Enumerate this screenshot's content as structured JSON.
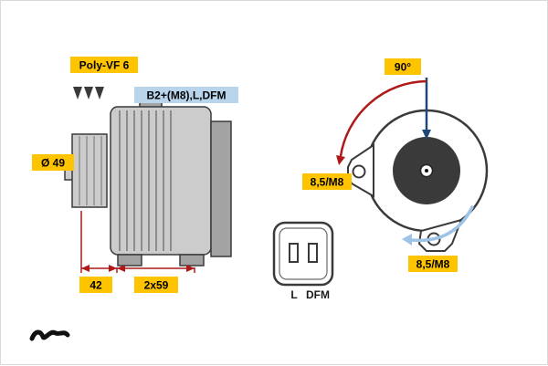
{
  "colors": {
    "label_yellow": "#FFC400",
    "label_blue": "#B9D5EC",
    "dim_red": "#AE1A1A",
    "axis_blue": "#1F4878",
    "rotation_blue": "#9DC3E6"
  },
  "labels": {
    "belt_type": "Poly-VF 6",
    "terminal_spec": "B2+(M8),L,DFM",
    "pulley_diameter": "Ø 49",
    "dim_pulley_width": "42",
    "dim_body": "2x59",
    "mounting_angle": "90°",
    "mount_hole_left": "8,5/M8",
    "mount_hole_bottom": "8,5/M8"
  },
  "connector": {
    "pin_left": "L",
    "pin_right": "DFM"
  }
}
